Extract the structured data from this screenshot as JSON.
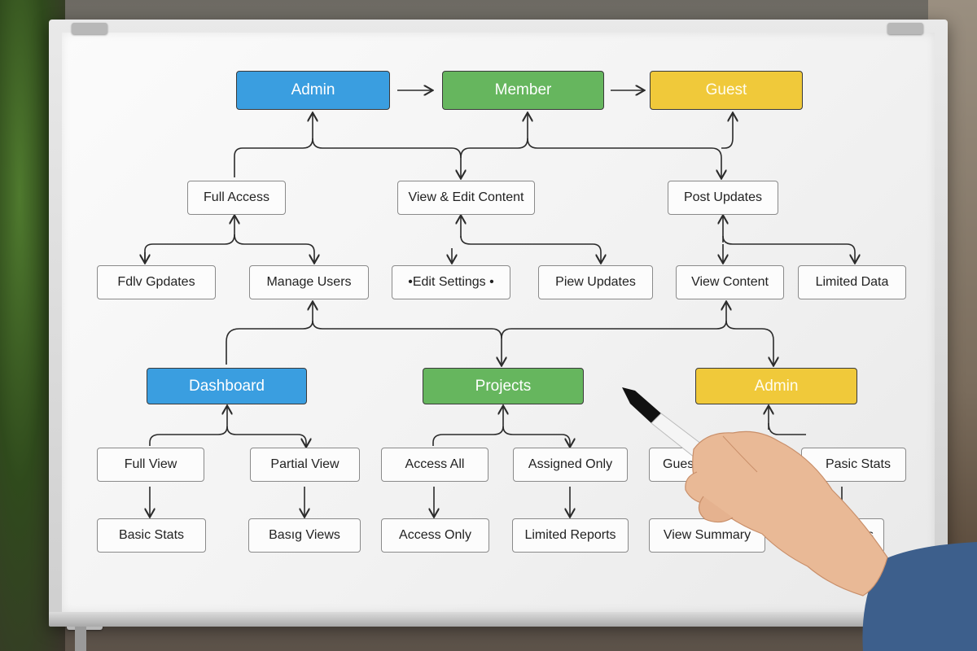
{
  "roles": {
    "admin": "Admin",
    "member": "Member",
    "guest": "Guest"
  },
  "level2": {
    "full_access": "Full Access",
    "view_edit_content": "View & Edit Content",
    "post_updates": "Post Updates"
  },
  "level3": {
    "fdlv_gpdates": "Fdlv Gpdates",
    "manage_users": "Manage Users",
    "edit_settings": "•Edit Settings •",
    "piew_updates": "Piew Updates",
    "view_content": "View Content",
    "limited_data": "Limited Data"
  },
  "modules": {
    "dashboard": "Dashboard",
    "projects": "Projects",
    "admin": "Admin"
  },
  "level5": {
    "full_view": "Full View",
    "partial_view": "Partial View",
    "access_all": "Access All",
    "assigned_only": "Assigned Only",
    "gues": "Gues",
    "pasic_stats": "Pasic Stats"
  },
  "level6": {
    "basic_stats": "Basic Stats",
    "basig_views": "Basıg Views",
    "access_only": "Access Only",
    "limited_reports": "Limited Reports",
    "view_summary": "View Summary",
    "vics": "vics"
  },
  "colors": {
    "blue": "#3a9ee0",
    "green": "#66b65e",
    "yellow": "#f0c93a",
    "marker_tip": "#111111",
    "marker_body": "#f5f5f5"
  }
}
